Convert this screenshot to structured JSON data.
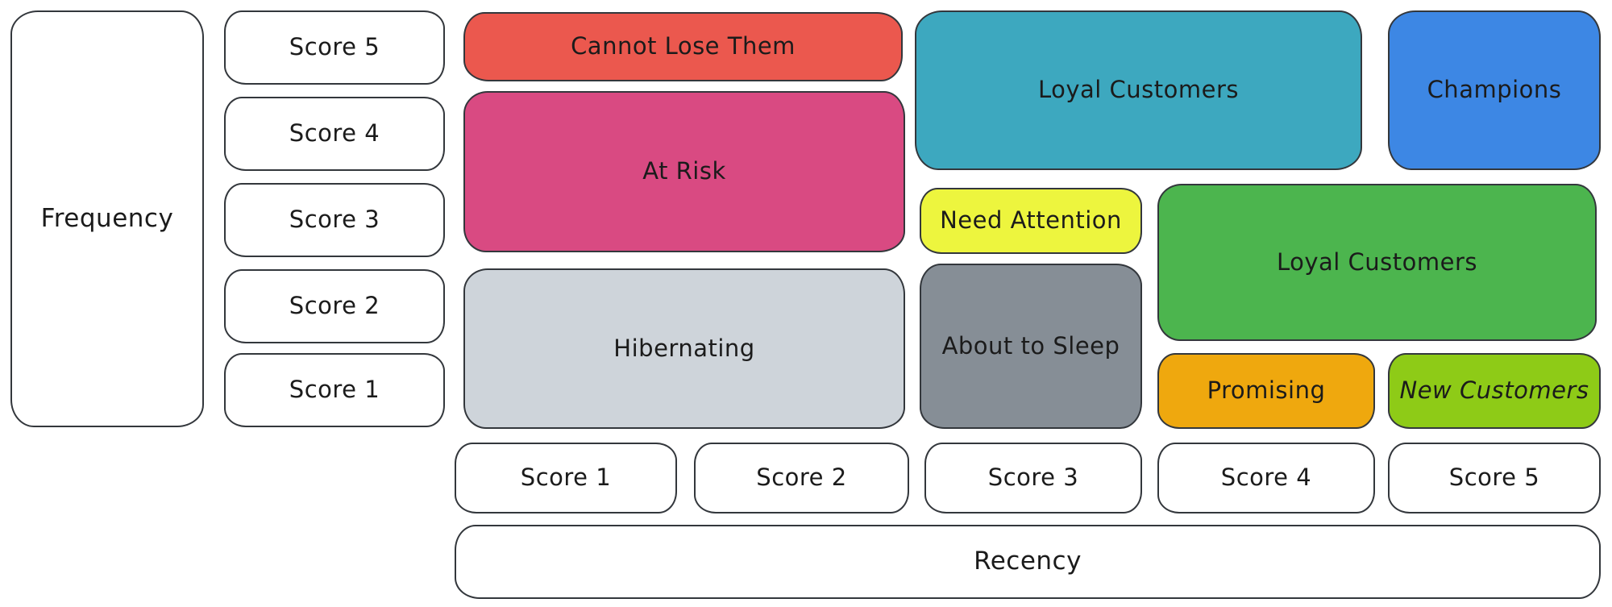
{
  "axes": {
    "frequency": {
      "label": "Frequency",
      "scores": [
        "Score 5",
        "Score 4",
        "Score 3",
        "Score 2",
        "Score 1"
      ]
    },
    "recency": {
      "label": "Recency",
      "scores": [
        "Score 1",
        "Score 2",
        "Score 3",
        "Score 4",
        "Score 5"
      ]
    }
  },
  "segments": [
    {
      "id": "cannot-lose-them",
      "label": "Cannot Lose Them",
      "color": "#eb584e"
    },
    {
      "id": "at-risk",
      "label": "At Risk",
      "color": "#d94a82"
    },
    {
      "id": "hibernating",
      "label": "Hibernating",
      "color": "#ced4da"
    },
    {
      "id": "loyal-customers-upper",
      "label": "Loyal Customers",
      "color": "#3da8bf"
    },
    {
      "id": "champions",
      "label": "Champions",
      "color": "#3d87e4"
    },
    {
      "id": "need-attention",
      "label": "Need Attention",
      "color": "#edf53e"
    },
    {
      "id": "about-to-sleep",
      "label": "About to Sleep",
      "color": "#868e96"
    },
    {
      "id": "loyal-customers-lower",
      "label": "Loyal Customers",
      "color": "#4cb54e"
    },
    {
      "id": "promising",
      "label": "Promising",
      "color": "#efa80e"
    },
    {
      "id": "new-customers",
      "label": "New Customers",
      "color": "#8ecb17"
    }
  ],
  "colors": {
    "stroke": "#33373c",
    "text": "#1b1b1b",
    "background": "#ffffff"
  }
}
